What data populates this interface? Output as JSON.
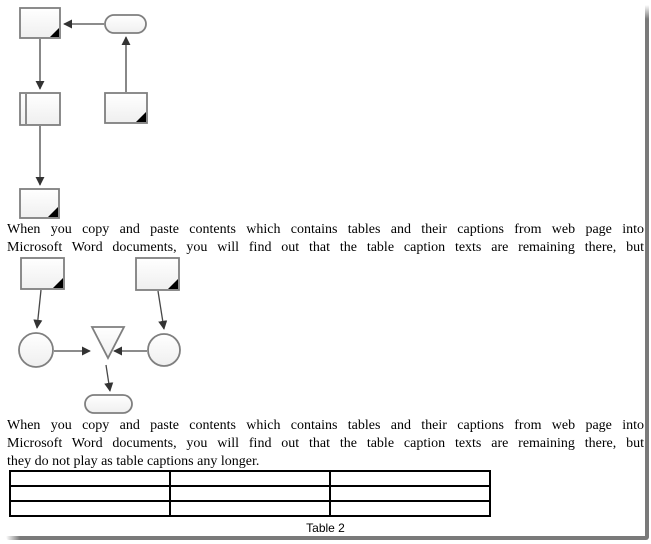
{
  "paragraph1": {
    "lines": [
      "When you copy and paste contents which contains tables and their captions from web page into",
      "Microsoft Word documents, you will find out that the table caption texts are remaining there, but"
    ]
  },
  "paragraph2": {
    "lines": [
      "When you copy and paste contents which contains tables and their captions from web page into",
      "Microsoft Word documents, you will find out that the table caption texts are remaining there, but",
      "they do not play as table captions any longer."
    ]
  },
  "table": {
    "caption": "Table 2",
    "columns": 3,
    "rows": [
      [
        "",
        "",
        ""
      ],
      [
        "",
        "",
        ""
      ],
      [
        "",
        "",
        ""
      ]
    ]
  },
  "flowchart1": {
    "shapes": [
      "document",
      "terminator",
      "predefined-process",
      "document",
      "document"
    ],
    "connector_count": 4
  },
  "flowchart2": {
    "shapes": [
      "document",
      "document",
      "circle",
      "merge-triangle",
      "circle",
      "terminator"
    ],
    "connector_count": 5
  },
  "colors": {
    "shape_stroke": "#7f7f7f",
    "connector": "#474747",
    "fold_corner": "#000000",
    "table_border": "#000000",
    "frame_shadow": "#7a7a7a",
    "text": "#000000",
    "background": "#ffffff"
  }
}
